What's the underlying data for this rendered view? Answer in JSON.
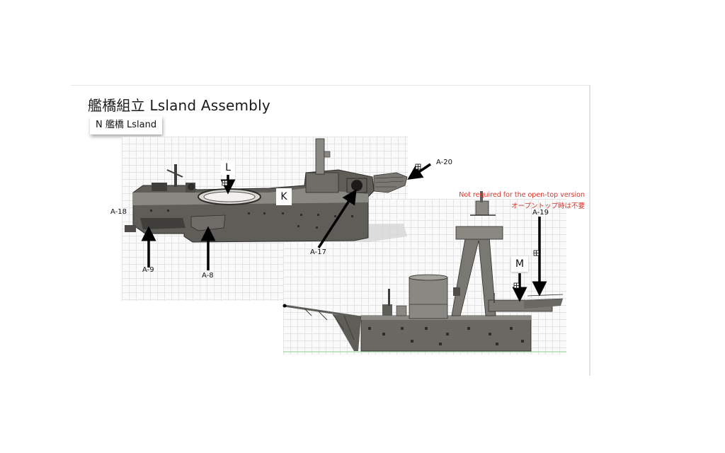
{
  "title": "艦橋組立 Lsland Assembly",
  "section_tag": "N 艦橋 Lsland",
  "letter_labels": {
    "L": "L",
    "K": "K",
    "M": "M"
  },
  "part_labels": {
    "a20": "A-20",
    "a18": "A-18",
    "a17": "A-17",
    "a9": "A-9",
    "a8": "A-8",
    "a19": "A-19"
  },
  "notes": {
    "english": "Not required for the open-top version",
    "japanese": "オープントップ時は不要"
  },
  "colors": {
    "hull": "#5f5d58",
    "hull_dark": "#3f3e3a",
    "hull_light": "#8a8882",
    "note_red": "#d9342b",
    "arrow": "#000000"
  }
}
